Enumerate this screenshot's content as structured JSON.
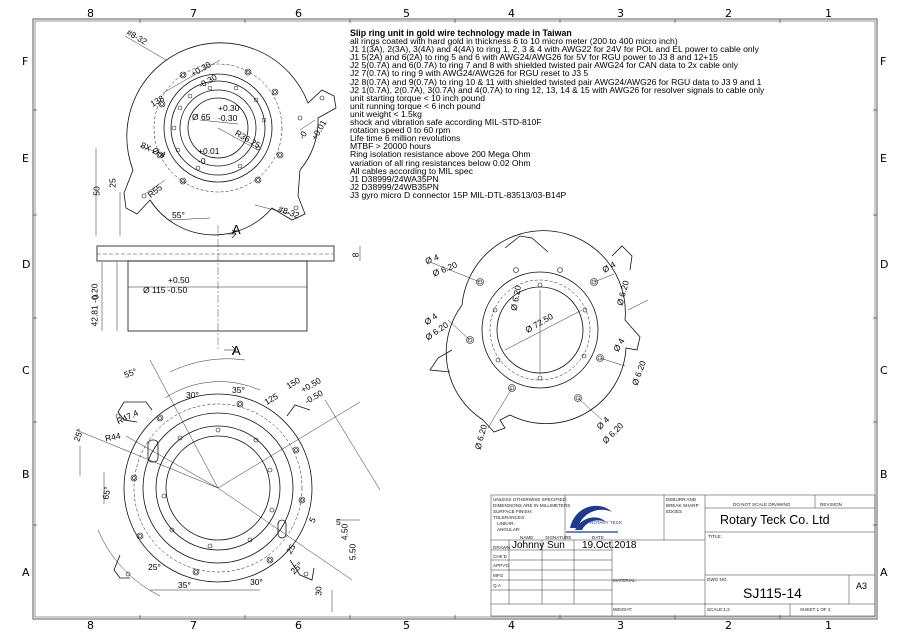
{
  "zones": {
    "top": [
      "8",
      "7",
      "6",
      "5",
      "4",
      "3",
      "2",
      "1"
    ],
    "bottom": [
      "8",
      "7",
      "6",
      "5",
      "4",
      "3",
      "2",
      "1"
    ],
    "left": [
      "F",
      "E",
      "D",
      "C",
      "B",
      "A"
    ],
    "right": [
      "F",
      "E",
      "D",
      "C",
      "B",
      "A"
    ]
  },
  "notes": {
    "title": "Slip ring unit in gold wire technology made in Taiwan",
    "lines": [
      "all rings coated with hard gold in thickness 6 to 10 micro meter (200 to 400 micro inch)",
      "J1  1(3A), 2(3A), 3(4A) and 4(4A)              to ring 1, 2, 3 & 4  with AWG22 for 24V for POL and EL power              to cable only",
      "J1  5(2A) and 6(2A)                                     to ring 5 and 6     with AWG24/AWG26 for 5V for RGU power           to J3  8 and 12+15",
      "J2  5(0.7A) and 6(0.7A)                              to ring 7 and 8      with shielded twisted pair AWG24 for CAN data  to 2x cable only",
      "J2  7(0.7A)                                              to ring 9               with AWG24/AWG26 for RGU reset                    to J3   5",
      "J2  8(0.7A) and 9(0.7A)                              to ring 10 & 11     with shielded twisted pair AWG24/AWG26 for RGU data    to J3  9 and 1",
      "J2  1(0.7A), 2(0.7A), 3(0.7A) and 4(0.7A) to ring 12, 13, 14 & 15 with AWG26 for resolver signals                  to cable only",
      "unit starting torque < 10 inch pound",
      "unit running torque < 6 inch pound",
      "unit weight < 1.5kg",
      "shock and vibration safe according MIL-STD-810F",
      "rotation speed 0 to 60 rpm",
      "Life time 6 million revolutions",
      "MTBF > 20000 hours",
      "Ring isolation resistance above 200 Mega Ohm",
      "variation of all ring resistances below 0.02 Ohm",
      "All cables according to MIL spec",
      "J1 D38999/24WA35PN",
      "J2 D38999/24WB35PN",
      "J3 gyro micro D connector 15P MIL-DTL-83513/03-B14P"
    ]
  },
  "dims_top": {
    "d832a": "#8-32",
    "d832b": "#8-32",
    "p030": "+0.30",
    "m030": "-0.30",
    "d138": "138",
    "p030b": "+0.30",
    "d65": "Ø 65",
    "m030b": "-0.30",
    "r3625": "R36.25",
    "p001": "+0.01",
    "m001": "-0",
    "p001b": "+0.01",
    "d824": "8X Ø 4",
    "d25": "25",
    "d50": "50",
    "r55": "R55",
    "a55": "55°",
    "m0": "-0"
  },
  "dims_side": {
    "section_a": "A",
    "p050": "+0.50",
    "d115": "Ø 115  -0.50",
    "d0": "0",
    "d4281": "42.81  -0.20",
    "d8": "8"
  },
  "dims_right": {
    "d4a": "Ø 4",
    "d620a": "Ø 6.20",
    "d4b": "Ø 4",
    "d620b": "Ø 6.20",
    "d620c": "Ø 6.20",
    "d7250": "Ø 72.50",
    "d4c": "Ø 4",
    "d620d": "Ø 6.20",
    "d4d": "Ø 4",
    "d620e": "Ø 6.20",
    "d4e": "Ø 4",
    "d620f": "Ø 6.20",
    "d620g": "Ø 6.20"
  },
  "dims_bottom": {
    "a55": "55°",
    "a30": "30°",
    "a35": "35°",
    "d150": "150",
    "p050": "+0.50",
    "m050": "-0.50",
    "d125": "125",
    "r474": "R47.4",
    "r44": "R44",
    "a25": "25°",
    "a65": "65°",
    "a25b": "25°",
    "a30b": "30°",
    "a35b": "35°",
    "d5": "5",
    "d5b": "5",
    "d450": "4.50",
    "d25b": "25",
    "d550": "5.50",
    "a25c": "25°",
    "d30": "30"
  },
  "titleblock": {
    "unless": "UNLESS OTHERWISE SPECIFIED:",
    "dims_mm": "DIMENSIONS ARE IN MILLIMETERS",
    "surface": "SURFACE FINISH:",
    "tolerances": "TOLERANCES:",
    "linear": "LINEAR:",
    "angular": "ANGULAR:",
    "deburr": "DEBURR AND",
    "break_sharp": "BREAK SHARP",
    "edges": "EDGES",
    "dont_scale": "DO NOT SCALE DRAWING",
    "revision": "REVISION",
    "company": "Rotary Teck Co. Ltd",
    "logo_text": "ROTARY TECK",
    "name_h": "NAME",
    "sig_h": "SIGNATURE",
    "date_h": "DATE",
    "title_h": "TITLE:",
    "drawn": "DRAWN",
    "drawn_name": "Johnny  Sun",
    "drawn_date": "19.Oct.2018",
    "chkd": "CHK'D",
    "appvd": "APPV'D",
    "mfg": "MFG",
    "qa": "Q.A",
    "material": "MATERIAL:",
    "dwg_no": "DWG NO.",
    "dwg": "SJ115-14",
    "size": "A3",
    "weight": "WEIGHT:",
    "scale": "SCALE:1:2",
    "sheet": "SHEET 1 OF 2"
  }
}
